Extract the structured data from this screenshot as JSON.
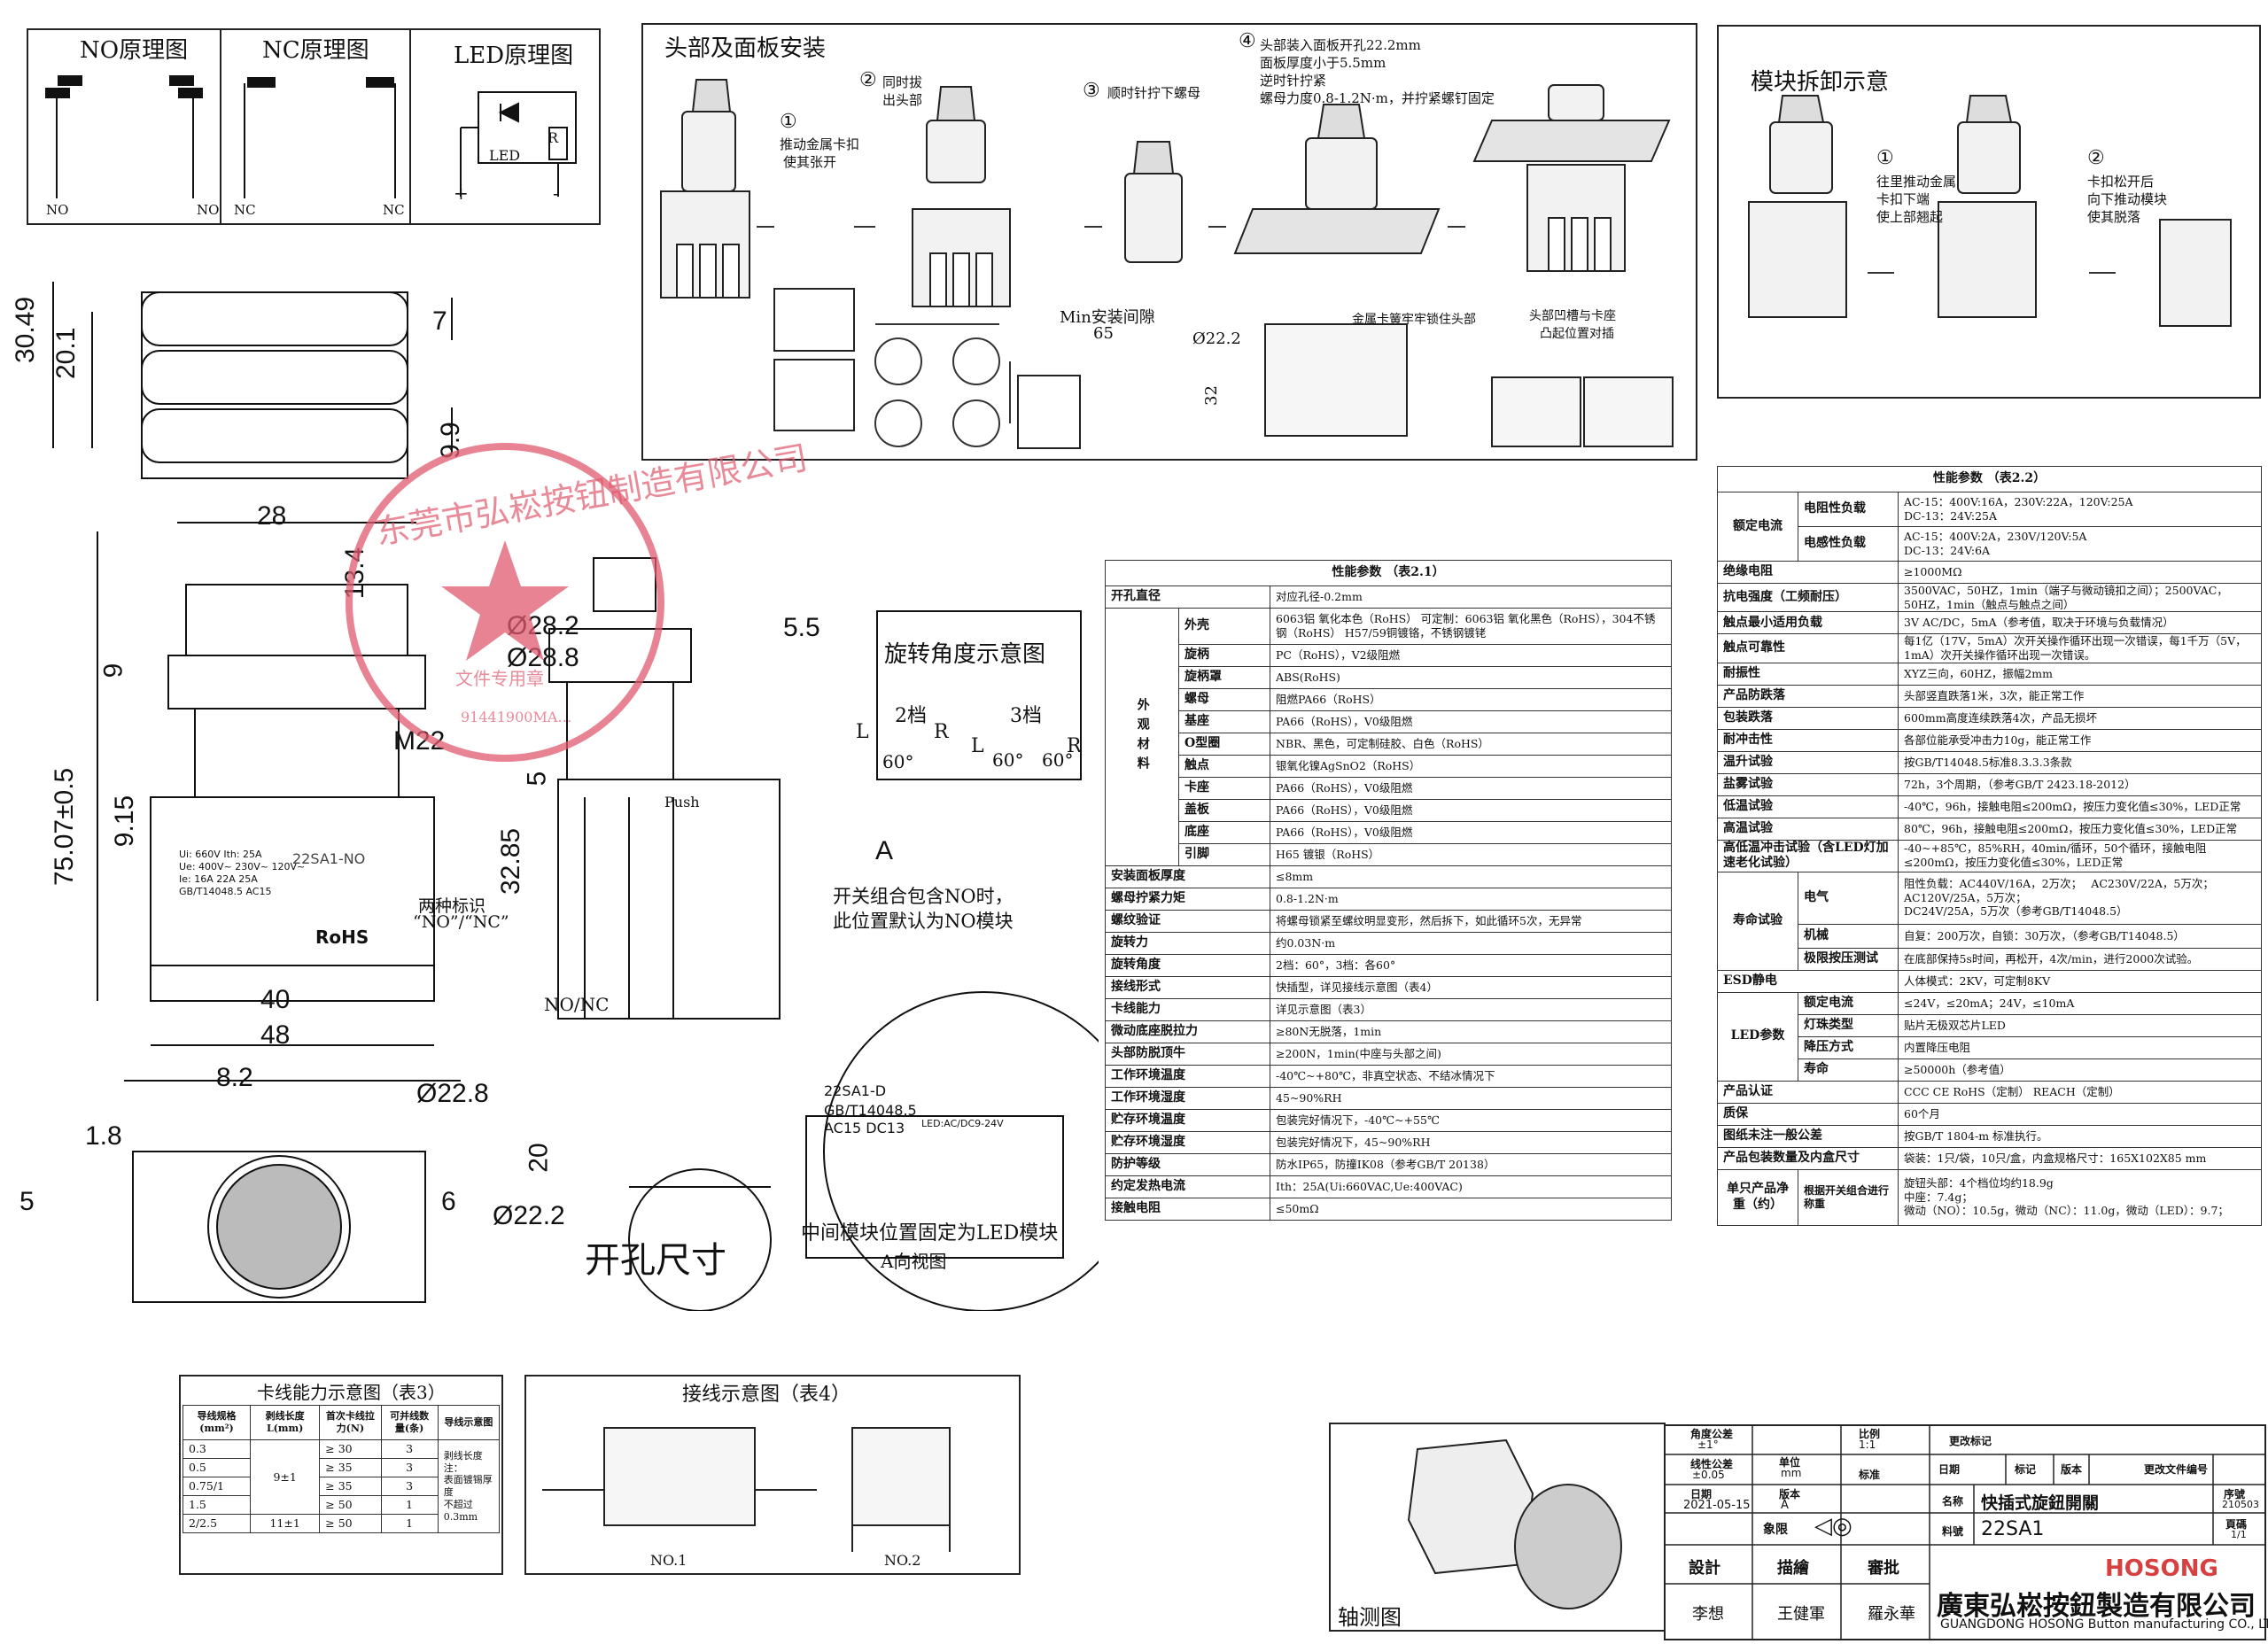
{
  "principle": {
    "no_title": "NO原理图",
    "nc_title": "NC原理图",
    "led_title": "LED原理图",
    "no_left": "NO",
    "no_right": "NO",
    "nc_left": "NC",
    "nc_right": "NC",
    "led_label": "LED",
    "r_label": "R",
    "plus": "+",
    "minus": "-"
  },
  "install": {
    "title": "头部及面板安装",
    "step1": [
      "推动金属卡扣",
      "使其张开"
    ],
    "step2": [
      "同时拔",
      "出头部"
    ],
    "step3": "顺时针拧下螺母",
    "step4": [
      "头部装入面板开孔22.2mm",
      "面板厚度小于5.5mm",
      "逆时针拧紧",
      "螺母力度0.8-1.2N·m，并拧紧螺钉固定"
    ],
    "gap_title": "Min安装间隙",
    "gap_65": "65",
    "gap_22": "Ø22.2",
    "gap_32": "32",
    "caption_clip": "金属卡簧牢牢锁住头部",
    "caption_slot": [
      "头部凹槽与卡座",
      "凸起位置对插"
    ],
    "num1": "①",
    "num2": "②",
    "num3": "③",
    "num4": "④"
  },
  "module_remove": {
    "title": "模块拆卸示意",
    "step1": [
      "往里推动金属",
      "卡扣下端",
      "使上部翘起"
    ],
    "step2": [
      "卡扣松开后",
      "向下推动模块",
      "使其脱落"
    ]
  },
  "dims": {
    "d30_49": "30.49",
    "d20_1": "20.1",
    "d7": "7",
    "d9_9": "9.9",
    "d28": "28",
    "d13_4": "13.4",
    "d9": "9",
    "d75": "75.07±0.5",
    "d9_15": "9.15",
    "d40": "40",
    "d48": "48",
    "m22": "M22",
    "d28_2": "Ø28.2",
    "d28_8": "Ø28.8",
    "d5_5": "5.5",
    "d5": "5",
    "d32_85": "32.85",
    "push": "Push",
    "a_label": "A",
    "nonc": "NO/NC",
    "d8_2": "8.2",
    "d1_8": "1.8",
    "d22_8": "Ø22.8",
    "d5b": "5",
    "d6": "6",
    "d20": "20",
    "d22_2": "Ø22.2",
    "hole_title": "开孔尺寸",
    "two_marks": [
      "两种标识",
      "“NO”/“NC”"
    ],
    "combo_note": [
      "开关组合包含NO时，",
      "此位置默认为NO模块"
    ],
    "center_note": [
      "中间模块位置固定为LED模块",
      "A向视图"
    ]
  },
  "label_body": {
    "l1": "Ui: 660V   Ith: 25A",
    "l2": "Ue: 400V~  230V~  120V~",
    "l3": "Ie: 16A     22A     25A",
    "l4": "GB/T14048.5          AC15",
    "code": "22SA1-NO",
    "rohs": "RoHS",
    "aview_code": "22SA1-D",
    "aview_std": "GB/T14048.5",
    "aview_ac": "AC15 DC13",
    "aview_led": "LED:AC/DC9-24V"
  },
  "rotation": {
    "title": "旋转角度示意图",
    "pos2": "2档",
    "pos3": "3档",
    "l": "L",
    "r": "R",
    "l2": "L",
    "r2": "R",
    "a60": "60°",
    "a60b": "60°",
    "a60c": "60°"
  },
  "table1": {
    "title": "性能参数 （表2.1）",
    "rows": [
      {
        "k": "开孔直径",
        "v": "对应孔径-0.2mm"
      },
      {
        "k": "外壳",
        "v": "6063铝 氧化本色（RoHS） 可定制：6063铝 氧化黑色（RoHS），304不锈钢（RoHS） H57/59铜镀铬，不锈钢镀铑"
      },
      {
        "k": "旋柄",
        "v": "PC（RoHS），V2级阻燃"
      },
      {
        "k": "旋柄罩",
        "v": "ABS(RoHS)"
      },
      {
        "k": "螺母",
        "v": "阻燃PA66（RoHS）"
      },
      {
        "k": "基座",
        "v": "PA66（RoHS），V0级阻燃"
      },
      {
        "k": "O型圈",
        "v": "NBR、黑色，可定制硅胶、白色（RoHS）"
      },
      {
        "k": "触点",
        "v": "银氧化镍AgSnO2（RoHS）"
      },
      {
        "k": "卡座",
        "v": "PA66（RoHS），V0级阻燃"
      },
      {
        "k": "盖板",
        "v": "PA66（RoHS），V0级阻燃"
      },
      {
        "k": "底座",
        "v": "PA66（RoHS），V0级阻燃"
      },
      {
        "k": "引脚",
        "v": "H65 镀银（RoHS）"
      },
      {
        "k": "安装面板厚度",
        "v": "≤8mm"
      },
      {
        "k": "螺母拧紧力矩",
        "v": "0.8-1.2N·m"
      },
      {
        "k": "螺纹验证",
        "v": "将螺母锁紧至螺纹明显变形，然后拆下，如此循环5次，无异常"
      },
      {
        "k": "旋转力",
        "v": "约0.03N·m"
      },
      {
        "k": "旋转角度",
        "v": "2档：60°，3档：各60°"
      },
      {
        "k": "接线形式",
        "v": "快插型，详见接线示意图（表4）"
      },
      {
        "k": "卡线能力",
        "v": "详见示意图（表3）"
      },
      {
        "k": "微动底座脱拉力",
        "v": "≥80N无脱落，1min"
      },
      {
        "k": "头部防脱顶牛",
        "v": "≥200N，1min(中座与头部之间)"
      },
      {
        "k": "工作环境温度",
        "v": "-40℃~+80℃，非真空状态、不结冰情况下"
      },
      {
        "k": "工作环境湿度",
        "v": "45~90%RH"
      },
      {
        "k": "贮存环境温度",
        "v": "包装完好情况下，-40℃~+55℃"
      },
      {
        "k": "贮存环境湿度",
        "v": "包装完好情况下，45~90%RH"
      },
      {
        "k": "防护等级",
        "v": "防水IP65，防撞IK08（参考GB/T 20138）"
      },
      {
        "k": "约定发热电流",
        "v": "Ith：25A(Ui:660VAC,Ue:400VAC)"
      },
      {
        "k": "接触电阻",
        "v": "≤50mΩ"
      }
    ],
    "mat_label": "外观材料"
  },
  "table2": {
    "title": "性能参数 （表2.2）",
    "rated_current": "额定电流",
    "res_load": "电阻性负载",
    "res_v": [
      "AC-15：400V:16A，230V:22A，120V:25A",
      "DC-13：24V:25A"
    ],
    "ind_load": "电感性负载",
    "ind_v": [
      "AC-15：400V:2A，230V/120V:5A",
      "DC-13：24V:6A"
    ],
    "rows": [
      {
        "k": "绝缘电阻",
        "v": "≥1000MΩ"
      },
      {
        "k": "抗电强度（工频耐压）",
        "v": "3500VAC，50HZ，1min（端子与微动镜扣之间）；2500VAC，50HZ，1min（触点与触点之间）"
      },
      {
        "k": "触点最小适用负载",
        "v": "3V AC/DC，5mA（参考值，取决于环境与负载情况）"
      },
      {
        "k": "触点可靠性",
        "v": "每1亿（17V，5mA）次开关操作循环出现一次错误，每1千万（5V，1mA）次开关操作循环出现一次错误。"
      },
      {
        "k": "耐振性",
        "v": "XYZ三向，60HZ，振幅2mm"
      },
      {
        "k": "产品防跌落",
        "v": "头部竖直跌落1米，3次，能正常工作"
      },
      {
        "k": "包装跌落",
        "v": "600mm高度连续跌落4次，产品无损坏"
      },
      {
        "k": "耐冲击性",
        "v": "各部位能承受冲击力10g，能正常工作"
      },
      {
        "k": "温升试验",
        "v": "按GB/T14048.5标准8.3.3.3条款"
      },
      {
        "k": "盐雾试验",
        "v": "72h，3个周期，（参考GB/T 2423.18-2012）"
      },
      {
        "k": "低温试验",
        "v": "-40℃，96h，接触电阻≤200mΩ，按压力变化值≤30%，LED正常"
      },
      {
        "k": "高温试验",
        "v": "80℃，96h，接触电阻≤200mΩ，按压力变化值≤30%，LED正常"
      },
      {
        "k": "高低温冲击试验（含LED灯加速老化试验）",
        "v": "-40~+85℃，85%RH，40min/循环，50个循环，接触电阻≤200mΩ，按压力变化值≤30%，LED正常"
      }
    ],
    "life": "寿命试验",
    "elec": "电气",
    "elec_v": [
      "阻性负载：AC440V/16A，2万次；　 AC230V/22A，5万次；",
      "AC120V/25A，5万次；",
      "DC24V/25A，5万次（参考GB/T14048.5）"
    ],
    "mech": "机械",
    "mech_v": "自复：200万次，自锁：30万次，（参考GB/T14048.5）",
    "limit": "极限按压测试",
    "limit_v": "在底部保持5s时间，再松开，4次/min，进行2000次试验。",
    "rows2": [
      {
        "k": "ESD静电",
        "v": "人体模式：2KV，可定制8KV"
      }
    ],
    "led": "LED参数",
    "led_rows": [
      {
        "k": "额定电流",
        "v": "≤24V，≤20mA；24V，≤10mA"
      },
      {
        "k": "灯珠类型",
        "v": "贴片无极双芯片LED"
      },
      {
        "k": "降压方式",
        "v": "内置降压电阻"
      },
      {
        "k": "寿命",
        "v": "≥50000h（参考值）"
      }
    ],
    "rows3": [
      {
        "k": "产品认证",
        "v": "CCC CE RoHS（定制） REACH（定制）"
      },
      {
        "k": "质保",
        "v": "60个月"
      },
      {
        "k": "图纸未注一般公差",
        "v": "按GB/T 1804-m 标准执行。"
      },
      {
        "k": "产品包装数量及内盒尺寸",
        "v": "袋装：1只/袋，10只/盒，内盒规格尺寸：165X102X85 mm"
      }
    ],
    "weight": "单只产品净重（约）",
    "weight_sub": "根据开关组合进行称重",
    "weight_v": [
      "旋钮头部：4个档位均约18.9g",
      "中座：7.4g；",
      "微动（NO）：10.5g，微动（NC）：11.0g，微动（LED）：9.7；"
    ]
  },
  "table3": {
    "title": "卡线能力示意图（表3）",
    "headers": [
      "导线规格(mm²)",
      "剥线长度L(mm)",
      "首次卡线拉力(N)",
      "可并线数量(条)",
      "导线示意图"
    ],
    "rows": [
      {
        "a": "0.3",
        "c": "≥ 30",
        "d": "3"
      },
      {
        "a": "0.5",
        "c": "≥ 35",
        "d": "3"
      },
      {
        "a": "0.75/1",
        "c": "≥ 35",
        "d": "3"
      },
      {
        "a": "1.5",
        "c": "≥ 50",
        "d": "1"
      },
      {
        "a": "2/2.5",
        "c": "≥ 50",
        "d": "1"
      }
    ],
    "len1": "9±1",
    "len2": "11±1",
    "strip": "剥线长度",
    "note": [
      "注：",
      "表面镀锡厚度",
      "不超过0.3mm"
    ]
  },
  "table4": {
    "title": "接线示意图（表4）",
    "no1": "NO.1",
    "no2": "NO.2"
  },
  "axon": {
    "title": "轴测图"
  },
  "titleblock": {
    "angle_tol_label": "角度公差",
    "angle_tol": "±1°",
    "lin_tol_label": "线性公差",
    "lin_tol": "±0.05",
    "unit_label": "单位",
    "unit": "mm",
    "scale_label": "比例",
    "scale": "1:1",
    "standard_label": "标准",
    "date_label": "日期",
    "date": "2021-05-15",
    "version_label": "版本",
    "version": "A",
    "projection_label": "象限",
    "change_label": "更改标记",
    "col_date": "日期",
    "col_mark": "标记",
    "col_ver": "版本",
    "col_doc": "更改文件编号",
    "name_label": "名称",
    "name": "快插式旋鈕開關",
    "part_label": "料號",
    "part": "22SA1",
    "seq_label": "序號",
    "seq": "210503",
    "page_label": "頁碼",
    "page": "1/1",
    "design_label": "設計",
    "designer": "李想",
    "draw_label": "描繪",
    "drawer": "王健軍",
    "review_label": "審批",
    "reviewer": "羅永華",
    "brand": "HOSONG",
    "company_cn": "廣東弘崧按鈕製造有限公司",
    "company_en": "GUANGDONG HOSONG Button manufacturing CO., LTD."
  },
  "stamp": {
    "text": "东莞市弘崧按钮制造有限公司",
    "sub": "文件专用章",
    "code": "91441900MA…",
    "color": "#e05a6e"
  }
}
